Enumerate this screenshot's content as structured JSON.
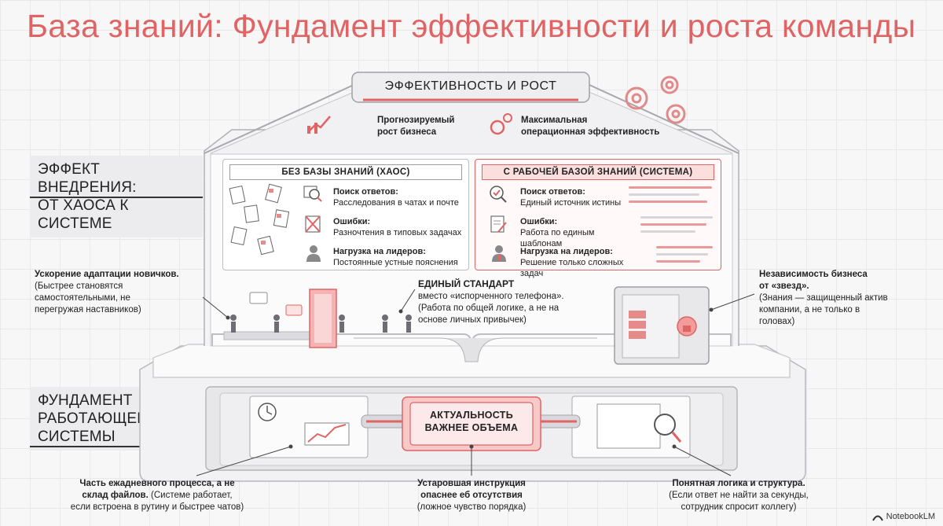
{
  "title": "База знаний: Фундамент эффективности и роста команды",
  "side_labels": {
    "effect": "ЭФФЕКТ ВНЕДРЕНИЯ:\nОТ ХАОСА К СИСТЕМЕ",
    "foundation": "ФУНДАМЕНТ\nРАБОТАЮЩЕЙ\nСИСТЕМЫ"
  },
  "roof": {
    "label": "ЭФФЕКТИВНОСТЬ И РОСТ",
    "growth": "Прогнозируемый\nрост бизнеса",
    "efficiency": "Максимальная\nоперационная эффективность"
  },
  "chaos_panel": {
    "header": "БЕЗ БАЗЫ ЗНАНИЙ (ХАОС)",
    "items": [
      {
        "title": "Поиск ответов:",
        "text": "Расследования в чатах и почте"
      },
      {
        "title": "Ошибки:",
        "text": "Разночтения в типовых задачах"
      },
      {
        "title": "Нагрузка на лидеров:",
        "text": "Постоянные устные пояснения"
      }
    ]
  },
  "system_panel": {
    "header": "С РАБОЧЕЙ БАЗОЙ ЗНАНИЙ (СИСТЕМА)",
    "items": [
      {
        "title": "Поиск ответов:",
        "text": "Единый источник истины"
      },
      {
        "title": "Ошибки:",
        "text": "Работа по единым шаблонам"
      },
      {
        "title": "Нагрузка на лидеров:",
        "text": "Решение только сложных задач"
      }
    ]
  },
  "callouts": {
    "onboarding_title": "Ускорение адаптации новичков.",
    "onboarding_text": "(Быстрее становятся\nсамостоятельными, не\nперегружая наставников)",
    "standard_title": "ЕДИНЫЙ СТАНДАРТ",
    "standard_text": "вместо «испорченного телефона».\n(Работа по общей логике, а не на\nоснове личных привычек)",
    "independence_title": "Независимость бизнеса\nот «звезд».",
    "independence_text": "(Знания — защищенный актив\nкомпании, а не только в\nголовах)",
    "process_title": "Часть ежадневного процесса, а не\nсклад файлов.",
    "process_text": " (Системе работает,\nесли встроена в рутину и быстрее чатов)",
    "outdated_title": "Устаровшая инструкция\nопаснее еб отсутствия",
    "outdated_text": "(ложное чувство порядка)",
    "logic_title": "Понятная логика и структура.",
    "logic_text": "(Если ответ не найти за секунды,\nсотрудник спросит коллегу)"
  },
  "core_label": "АКТУАЛЬНОСТЬ\nВАЖНЕЕ ОБЪЕМА",
  "brand": "NotebookLM",
  "colors": {
    "accent": "#e06464",
    "accent_light": "#f7d4d4",
    "ink": "#222222"
  }
}
